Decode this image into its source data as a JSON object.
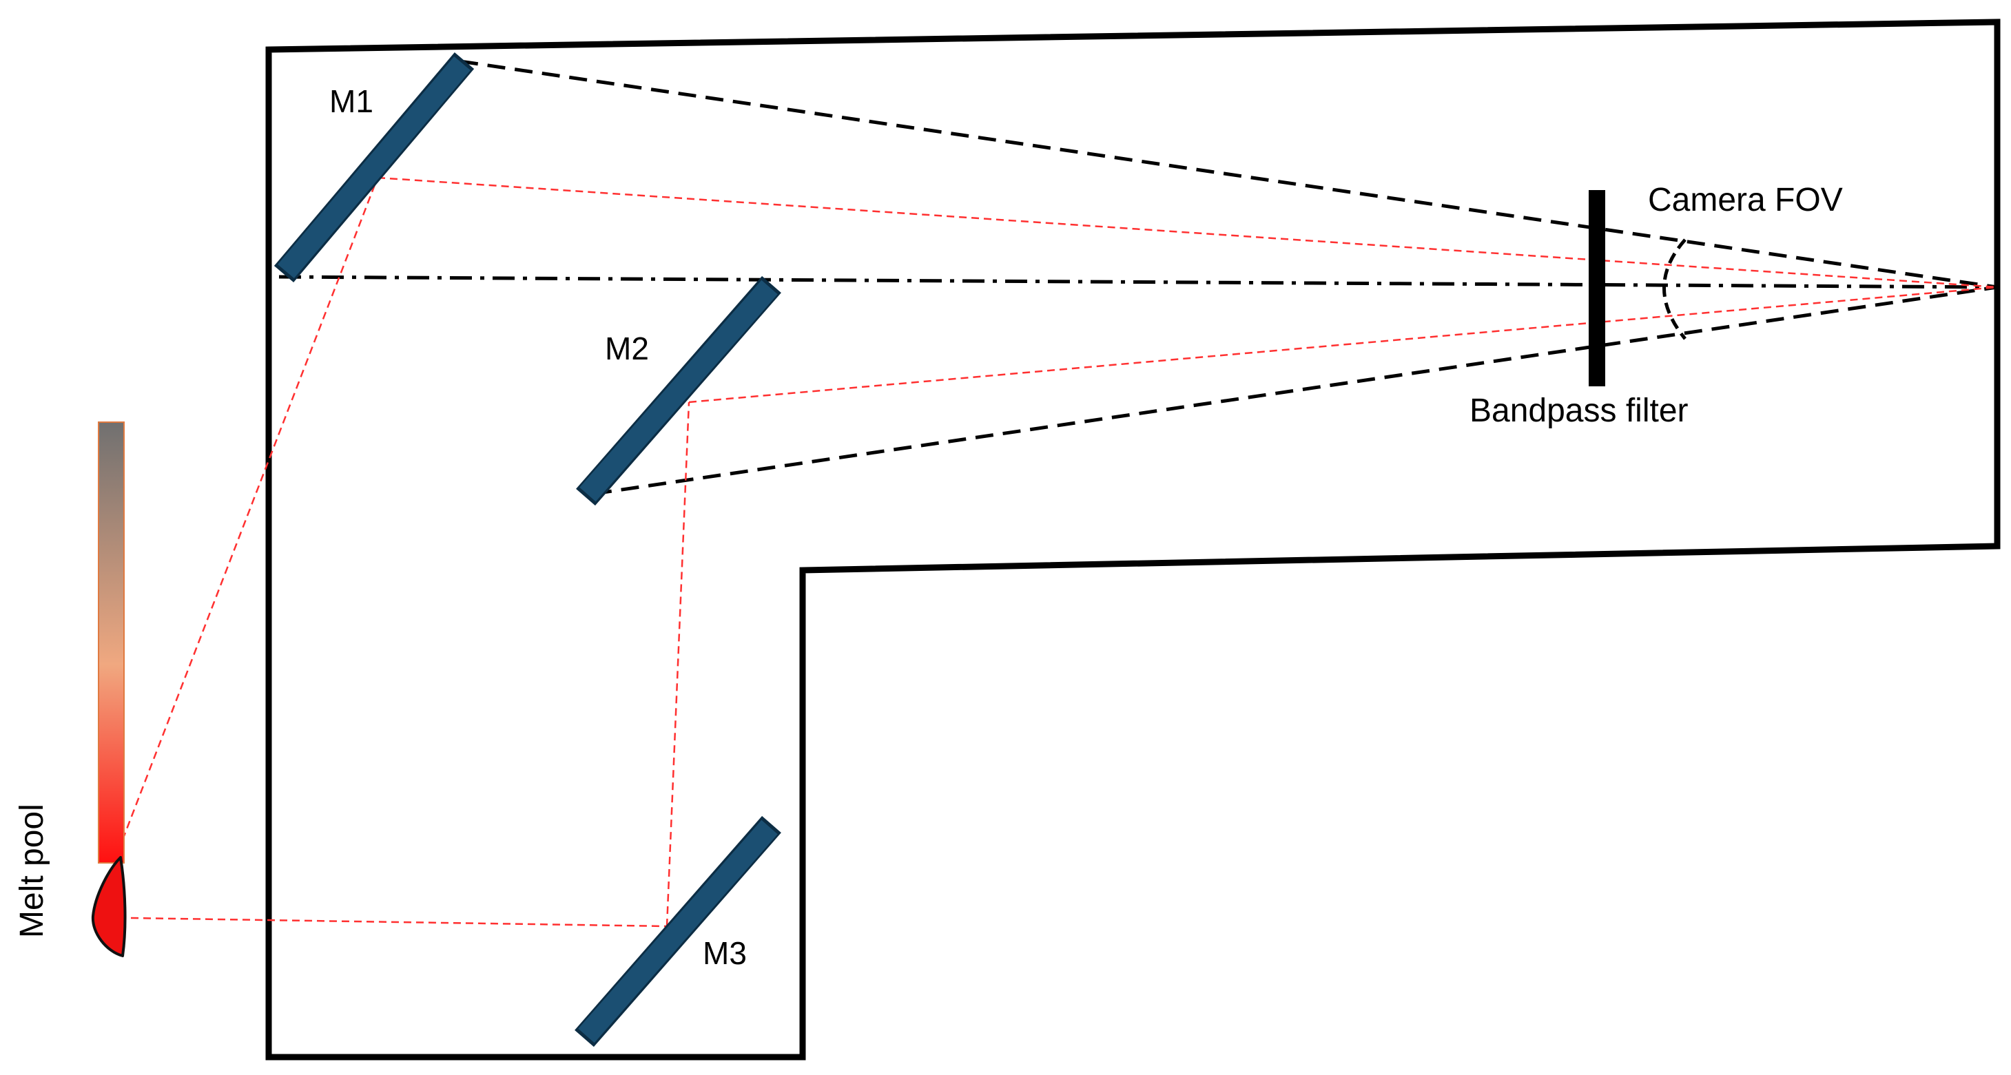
{
  "labels": {
    "m1": "M1",
    "m2": "M2",
    "m3": "M3",
    "camera_fov": "Camera FOV",
    "bandpass_filter": "Bandpass filter",
    "melt_pool": "Melt pool"
  },
  "colors": {
    "enclosure": "#000000",
    "mirror_fill": "#1b4f72",
    "mirror_edge": "#0c2d44",
    "camera_bounds": "#000000",
    "optical_axis": "#000000",
    "light_path": "#ff3030",
    "melt_pool_fill": "#ee1111",
    "gradient_top": "#707070",
    "gradient_mid": "#f0a880",
    "gradient_bottom": "#ff1010"
  }
}
